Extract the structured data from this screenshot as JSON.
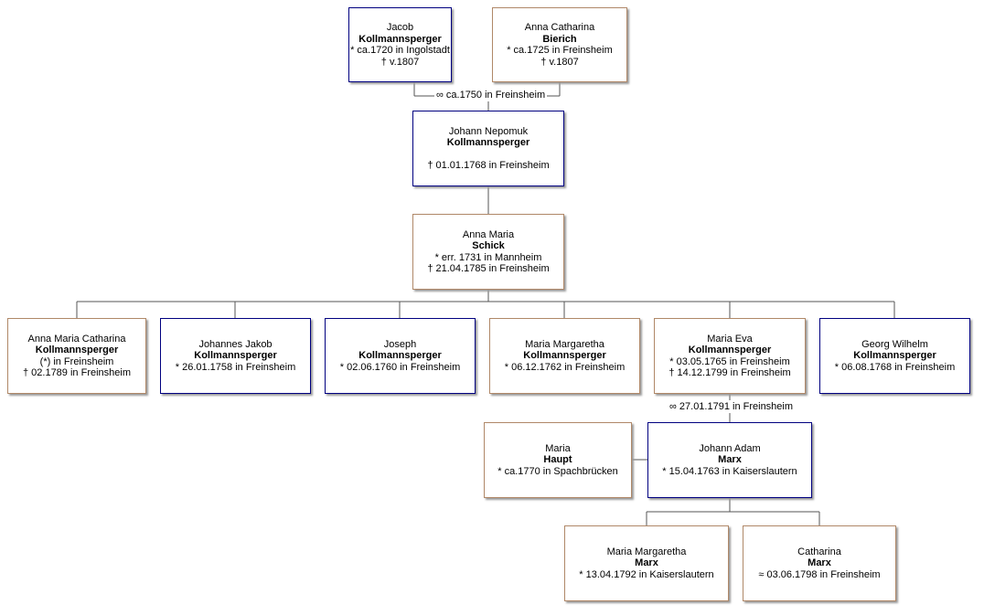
{
  "persons": [
    {
      "given": "Jacob",
      "surname": "Kollmannsperger",
      "lines": [
        "* ca.1720 in Ingolstadt",
        "† v.1807"
      ]
    },
    {
      "given": "Anna Catharina",
      "surname": "Bierich",
      "lines": [
        "* ca.1725 in Freinsheim",
        "† v.1807"
      ]
    },
    {
      "given": "Johann Nepomuk",
      "surname": "Kollmannsperger",
      "lines": [
        "",
        "† 01.01.1768 in Freinsheim"
      ]
    },
    {
      "given": "Anna Maria",
      "surname": "Schick",
      "lines": [
        "* err. 1731 in Mannheim",
        "† 21.04.1785 in Freinsheim"
      ]
    },
    {
      "given": "Anna Maria Catharina",
      "surname": "Kollmannsperger",
      "lines": [
        "(*) in Freinsheim",
        "† 02.1789 in Freinsheim"
      ]
    },
    {
      "given": "Johannes Jakob",
      "surname": "Kollmannsperger",
      "lines": [
        "* 26.01.1758 in Freinsheim"
      ]
    },
    {
      "given": "Joseph",
      "surname": "Kollmannsperger",
      "lines": [
        "* 02.06.1760 in Freinsheim"
      ]
    },
    {
      "given": "Maria Margaretha",
      "surname": "Kollmannsperger",
      "lines": [
        "* 06.12.1762 in Freinsheim"
      ]
    },
    {
      "given": "Maria Eva",
      "surname": "Kollmannsperger",
      "lines": [
        "* 03.05.1765 in Freinsheim",
        "† 14.12.1799 in Freinsheim"
      ]
    },
    {
      "given": "Georg Wilhelm",
      "surname": "Kollmannsperger",
      "lines": [
        "* 06.08.1768 in Freinsheim"
      ]
    },
    {
      "given": "Maria",
      "surname": "Haupt",
      "lines": [
        "* ca.1770 in Spachbrücken"
      ]
    },
    {
      "given": "Johann Adam",
      "surname": "Marx",
      "lines": [
        "* 15.04.1763 in Kaiserslautern"
      ]
    },
    {
      "given": "Maria Margaretha",
      "surname": "Marx",
      "lines": [
        "* 13.04.1792 in Kaiserslautern"
      ]
    },
    {
      "given": "Catharina",
      "surname": "Marx",
      "lines": [
        "≈ 03.06.1798 in Freinsheim"
      ]
    }
  ],
  "marriages": [
    {
      "label": "∞ ca.1750 in Freinsheim"
    },
    {
      "label": "∞ 27.01.1791 in Freinsheim"
    }
  ],
  "colors": {
    "male_border": "#000080",
    "female_border": "#b08868",
    "line": "#555555"
  }
}
